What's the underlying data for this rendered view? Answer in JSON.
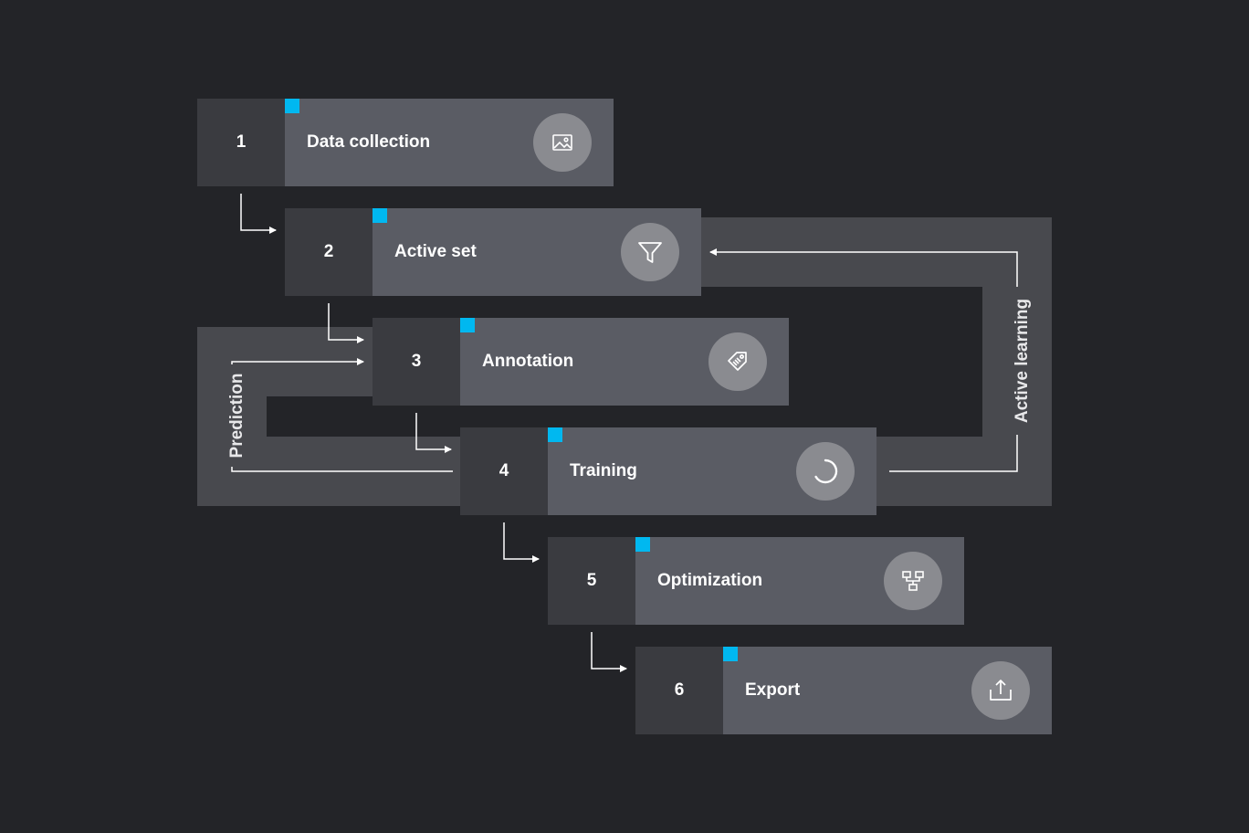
{
  "steps": [
    {
      "number": "1",
      "label": "Data collection",
      "icon": "image-icon"
    },
    {
      "number": "2",
      "label": "Active set",
      "icon": "filter-icon"
    },
    {
      "number": "3",
      "label": "Annotation",
      "icon": "tag-icon"
    },
    {
      "number": "4",
      "label": "Training",
      "icon": "spinner-icon"
    },
    {
      "number": "5",
      "label": "Optimization",
      "icon": "network-icon"
    },
    {
      "number": "6",
      "label": "Export",
      "icon": "upload-icon"
    }
  ],
  "loops": {
    "active_learning": "Active learning",
    "prediction": "Prediction"
  },
  "colors": {
    "background": "#232428",
    "number_cell": "#3a3b40",
    "label_cell": "#5a5c64",
    "icon_circle": "#8a8b90",
    "loop_band": "#48494e",
    "accent": "#00b8f0"
  }
}
